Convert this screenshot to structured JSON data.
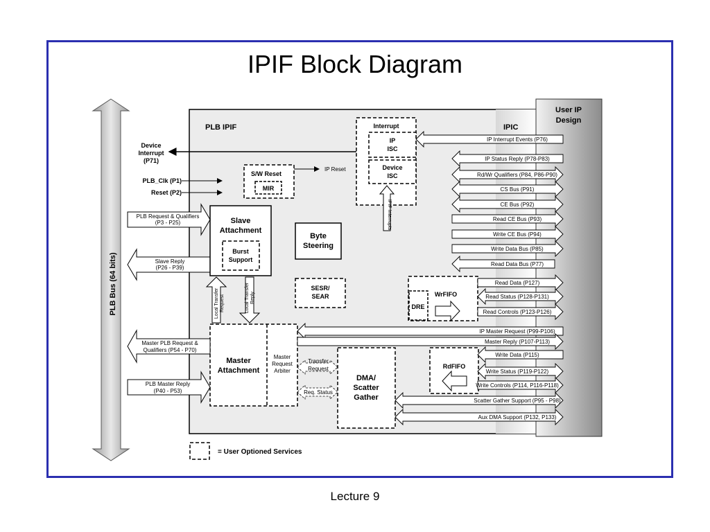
{
  "slide": {
    "title": "IPIF Block Diagram",
    "footer": "Lecture 9"
  },
  "diagram": {
    "plb_bus_label": "PLB Bus (64 bits)",
    "plb_ipif_label": "PLB IPIF",
    "ipic_label": "IPIC",
    "user_ip_design": [
      "User IP",
      "Design"
    ],
    "left_signals": {
      "device_interrupt": [
        "Device",
        "Interrupt",
        "(P71)"
      ],
      "plb_clk": "PLB_Clk (P1)",
      "reset": "Reset (P2)",
      "plb_request": [
        "PLB Request & Qualifiers",
        "(P3 - P25)"
      ],
      "slave_reply": [
        "Slave Reply",
        "(P26 - P39)"
      ],
      "master_plb_request": [
        "Master PLB Request &",
        "Qualifiers (P54 - P70)"
      ],
      "plb_master_reply": [
        "PLB Master Reply",
        "(P40 - P53)"
      ]
    },
    "blocks": {
      "interrupt": "Interrupt",
      "ip_isc": [
        "IP",
        "ISC"
      ],
      "device_isc": [
        "Device",
        "ISC"
      ],
      "ipif_interrupts": "IPIF Interrupts",
      "sw_reset": "S/W Reset",
      "ip_reset": "IP Reset",
      "mir": "MIR",
      "slave_attachment": [
        "Slave",
        "Attachment"
      ],
      "burst_support": [
        "Burst",
        "Support"
      ],
      "byte_steering": [
        "Byte",
        "Steering"
      ],
      "sesr_sear": [
        "SESR/",
        "SEAR"
      ],
      "local_transfer_request": [
        "Local Transfer",
        "Request"
      ],
      "local_transfer_reply": [
        "Local Transfer",
        "Reply"
      ],
      "master_attachment": [
        "Master",
        "Attachment"
      ],
      "master_request_arbiter": [
        "Master",
        "Request",
        "Arbiter"
      ],
      "transfer_request": [
        "Transfer",
        "Request"
      ],
      "req_status": "Req. Status",
      "dma": [
        "DMA/",
        "Scatter",
        "Gather"
      ],
      "wrfifo": "WrFIFO",
      "dre": "DRE",
      "rdfifo": "RdFIFO"
    },
    "ipic_signals": [
      "IP Interrupt Events (P76)",
      "IP Status Reply (P78-P83)",
      "Rd/Wr Qualifiers (P84, P86-P90)",
      "CS Bus (P91)",
      "CE Bus (P92)",
      "Read CE Bus (P93)",
      "Write CE Bus (P94)",
      "Write Data Bus (P85)",
      "Read Data Bus (P77)",
      "Read Data (P127)",
      "Read Status (P128-P131)",
      "Read Controls (P123-P126)",
      "IP Master Request (P99-P106)",
      "Master Reply (P107-P113)",
      "Write Data (P115)",
      "Write Status (P119-P122)",
      "Write Controls (P114, P116-P118)",
      "Scatter Gather Support (P95 - P98)",
      "Aux DMA Support (P132, P133)"
    ],
    "legend": "= User Optioned Services"
  }
}
